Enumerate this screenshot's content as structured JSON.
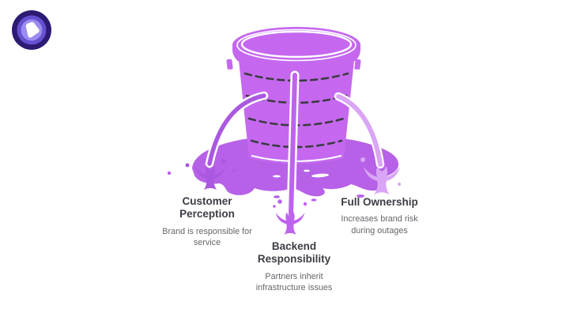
{
  "colors": {
    "background": "#ffffff",
    "bucket": "#c568ef",
    "puddle": "#b761e8",
    "stream_left": "#aa58e0",
    "stream_mid": "#bd63ee",
    "stream_right": "#d9a5f4",
    "dash": "#3c3b43",
    "title_text": "#3d3c45",
    "body_text": "#66656c",
    "logo_outer": "#2d1a73",
    "logo_mid": "#6450d0",
    "logo_inner": "#9b8cf0"
  },
  "diagram": {
    "labels": [
      {
        "id": "customer-perception",
        "title": "Customer Perception",
        "description": "Brand is responsible for service"
      },
      {
        "id": "backend-responsibility",
        "title": "Backend Responsibility",
        "description": "Partners inherit infrastructure issues"
      },
      {
        "id": "full-ownership",
        "title": "Full Ownership",
        "description": "Increases brand risk during outages"
      }
    ]
  }
}
